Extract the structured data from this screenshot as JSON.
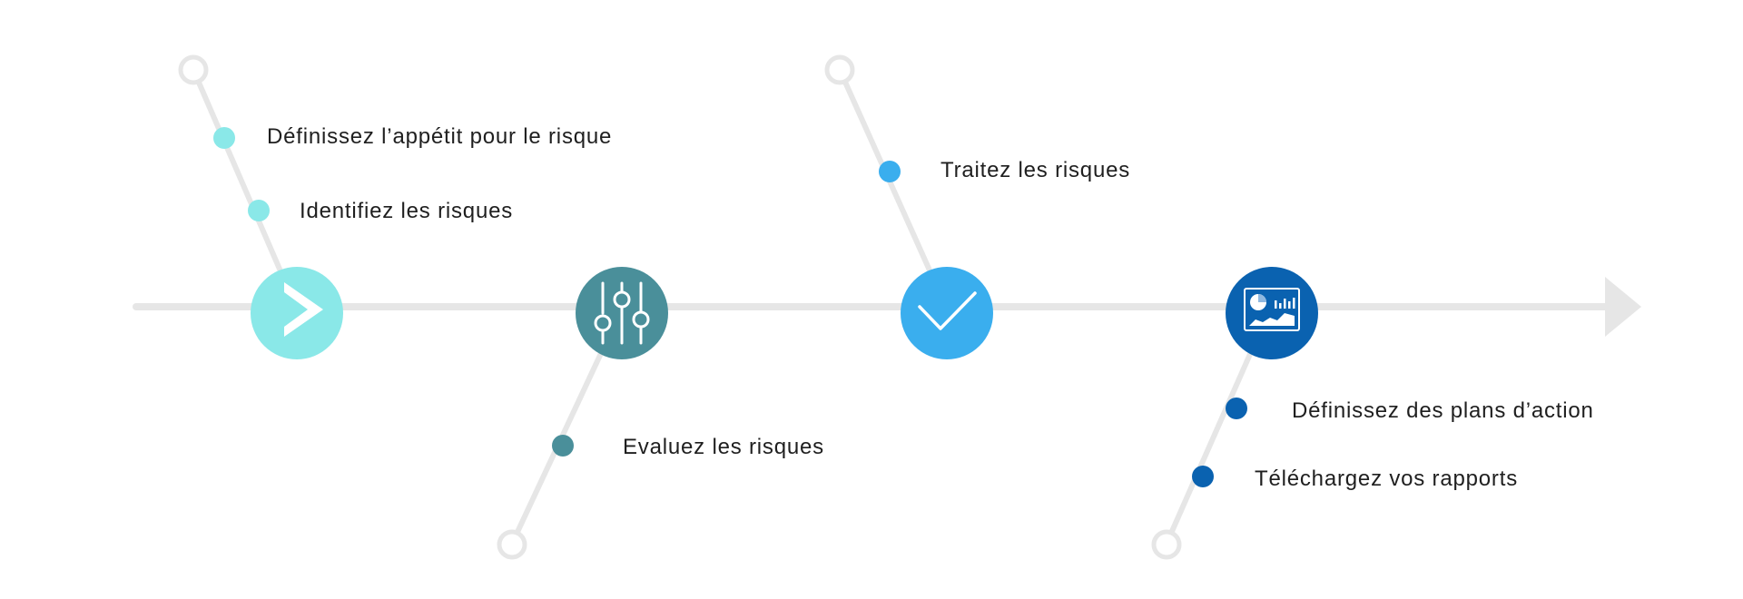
{
  "colors": {
    "line": "#e6e6e6",
    "step1": "#8ae8e8",
    "step2": "#4a8f9a",
    "step3": "#3aaeee",
    "step4": "#0a62b0",
    "text": "#1f1f1f"
  },
  "steps": [
    {
      "icon": "chevron-right-icon",
      "items": [
        "Définissez l’appétit pour le risque",
        "Identifiez les risques"
      ]
    },
    {
      "icon": "sliders-icon",
      "items": [
        "Evaluez les risques"
      ]
    },
    {
      "icon": "checkmark-icon",
      "items": [
        "Traitez les risques"
      ]
    },
    {
      "icon": "dashboard-icon",
      "items": [
        "Définissez des plans d’action",
        "Téléchargez vos rapports"
      ]
    }
  ]
}
